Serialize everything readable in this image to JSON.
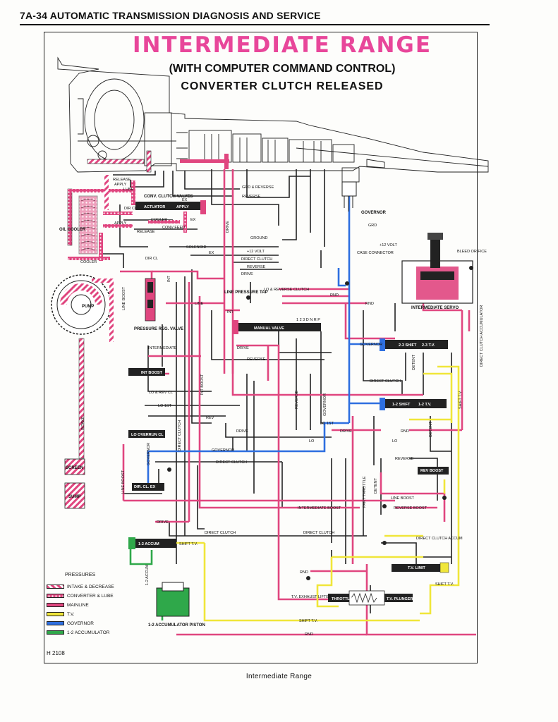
{
  "page": {
    "header": "7A-34 AUTOMATIC TRANSMISSION DIAGNOSIS AND SERVICE",
    "title": "INTERMEDIATE RANGE",
    "subtitle1": "(WITH COMPUTER COMMAND CONTROL)",
    "subtitle2": "CONVERTER CLUTCH RELEASED",
    "figure_code": "H 2108",
    "caption": "Intermediate Range"
  },
  "colors": {
    "mainline": "#e0467f",
    "tv": "#f0e63a",
    "governor": "#2e6fe0",
    "accumulator": "#2fa84a",
    "converter": "#e0467f",
    "intake": "#e0467f",
    "line": "#222222"
  },
  "legend": {
    "title": "PRESSURES",
    "items": [
      {
        "label": "INTAKE & DECREASE",
        "key": "intake"
      },
      {
        "label": "CONVERTER & LUBE",
        "key": "converter"
      },
      {
        "label": "MAINLINE",
        "key": "mainline"
      },
      {
        "label": "T.V.",
        "key": "tv"
      },
      {
        "label": "GOVERNOR",
        "key": "governor"
      },
      {
        "label": "1-2 ACCUMULATOR",
        "key": "accumulator"
      }
    ]
  },
  "labels": {
    "release": "RELEASE",
    "apply": "APPLY",
    "lube": "LUBE",
    "conv_clutch_valves": "CONV. CLUTCH VALVES",
    "dir_cl": "DIR CL",
    "actuator": "ACTUATOR",
    "apply_valve": "APPLY",
    "ex": "EX",
    "cooler": "COOLER",
    "conv_feed": "CONV FEED",
    "oil_cooler": "OIL COOLER",
    "solenoid": "SOLENOID",
    "pump": "PUMP",
    "pressure_reg_valve": "PRESSURE REG. VALVE",
    "line_boost": "LINE BOOST",
    "grd_reverse": "GRD & REVERSE",
    "reverse": "REVERSE",
    "drive": "DRIVE",
    "ground": "GROUND",
    "plus12": "+12 VOLT",
    "direct_clutch": "DIRECT CLUTCH",
    "lo_reverse_clutch": "LO & REVERSE CLUTCH",
    "line_pressure_tap": "LINE PRESSURE TAP",
    "line": "LINE",
    "int": "INT",
    "manual_valve": "MANUAL VALVE",
    "rnd": "RND",
    "governor": "GOVERNOR",
    "grd": "GRD",
    "plus12_volt": "+12 VOLT",
    "case_connector": "CASE CONNECTOR",
    "bleed": "BLEED ORIFICE",
    "intermediate_servo": "INTERMEDIATE SERVO",
    "intermediate": "INTERMEDIATE",
    "int_boost": "INT BOOST",
    "lo_rev_cl": "LO & REV CL",
    "lo_1st": "LO 1ST",
    "rev": "REV",
    "lo_overrun_cl": "LO OVERRUN CL",
    "lo": "LO",
    "dir_cl_ex": "DIR. CL. EX",
    "screen": "SCREEN",
    "sump": "SUMP",
    "intake": "INTAKE",
    "intermediate_boost": "INTERMEDIATE BOOST",
    "reverse_boost": "REVERSE BOOST",
    "direct_clutch_accum": "DIRECT CLUTCH ACCUM",
    "direct_clutch_accumulator": "DIRECT CLUTCH ACCUMULATOR",
    "shift_23": "2-3 SHIFT",
    "tv_23": "2-3 T.V.",
    "shift_12": "1-2 SHIFT",
    "tv_12": "1-2 T.V.",
    "rev_boost": "REV BOOST",
    "shift_tv": "SHIFT T.V.",
    "accum_12": "1-2 ACCUM",
    "accum_piston": "1-2 ACCUMULATOR PISTON",
    "tv_exhaust_lifter": "T.V. EXHAUST LIFTER",
    "throttle": "THROTTLE",
    "tv_plunger": "T.V. PLUNGER",
    "tv_limit": "T.V. LIMIT",
    "part_throttle": "PART THROTTLE",
    "detent": "DETENT",
    "tv": "T.V.",
    "valve_positions": "1  2  3  D  N  R  P"
  }
}
